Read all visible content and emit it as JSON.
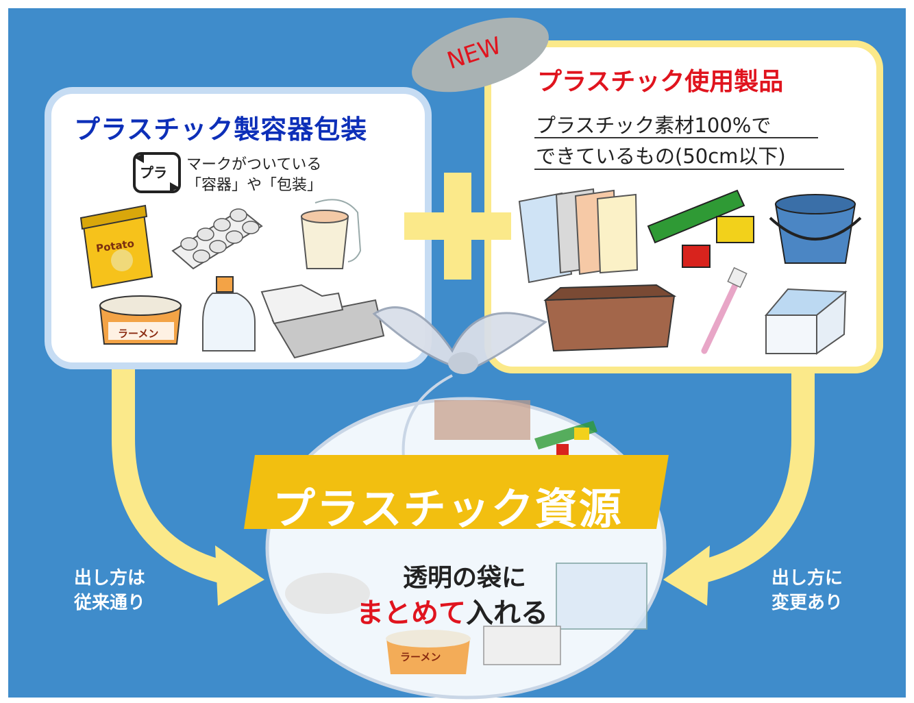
{
  "left_panel": {
    "title": "プラスチック製容器包装",
    "mark_icon_label": "プラ",
    "mark_text_line1": "マークがついている",
    "mark_text_line2": "「容器」や「包装」",
    "items": [
      "potato-chip-bag-icon",
      "egg-carton-icon",
      "plastic-cup-bag-icon",
      "ramen-cup-icon",
      "detergent-bottle-icon",
      "foam-tray-icon"
    ],
    "chip_label": "Potato",
    "ramen_label": "ラーメン"
  },
  "right_panel": {
    "badge": "NEW",
    "title": "プラスチック使用製品",
    "subtitle_line1": "プラスチック素材100%で",
    "subtitle_line2": "できているもの(50cm以下)",
    "items": [
      "clear-file-folders-icon",
      "toy-blocks-icon",
      "bucket-icon",
      "planter-box-icon",
      "toothbrush-icon",
      "food-container-icon"
    ]
  },
  "center": {
    "banner": "プラスチック資源",
    "bag_line1": "透明の袋に",
    "bag_line2_red": "まとめて",
    "bag_line2_black": "入れる",
    "bag_ramen_label": "ラーメン"
  },
  "side_notes": {
    "left": "出し方は従来通り",
    "right": "出し方に変更あり"
  },
  "colors": {
    "background": "#3f8ccb",
    "left_border": "#c6dcf3",
    "right_border": "#fbe98a",
    "arrow_yellow": "#fbe98a",
    "banner_gold": "#f2bf10",
    "left_title_blue": "#0d2fb8",
    "red": "#e0141e",
    "badge_gray": "#a9b2b3"
  }
}
